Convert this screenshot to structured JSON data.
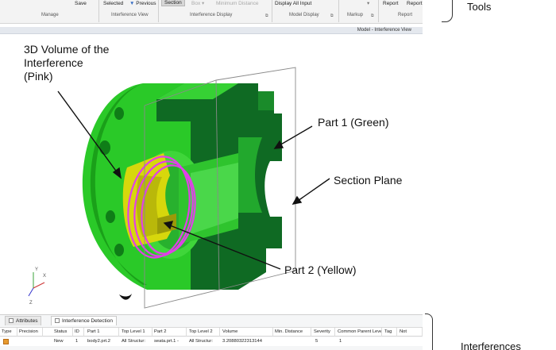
{
  "ribbon": {
    "buttons": {
      "save": "Save",
      "selected": "Selected",
      "previous": "Previous",
      "section": "Section",
      "box": "Box",
      "minimum_distance": "Minimum Distance",
      "display_all_input": "Display All Input",
      "report1": "Report",
      "report2": "Report"
    },
    "groups": {
      "manage": "Manage",
      "interference_view": "Interference View",
      "interference_display": "Interference Display",
      "model_display": "Model Display",
      "markup": "Markup",
      "report": "Report"
    }
  },
  "tools_label": "Tools",
  "view_title": "Model - Interference View",
  "annotations": {
    "volume": "3D Volume of the",
    "volume_line2": "Interference",
    "volume_line3": "(Pink)",
    "part1": "Part 1 (Green)",
    "section_plane": "Section Plane",
    "part2": "Part 2 (Yellow)"
  },
  "triad": {
    "x": "X",
    "y": "Y",
    "z": "Z"
  },
  "panel": {
    "tabs": [
      "Attributes",
      "Interference Detection"
    ],
    "columns": [
      "Type",
      "Precision",
      "Status",
      "ID",
      "Part 1",
      "Top Level 1",
      "Part 2",
      "Top Level 2",
      "Volume",
      "Min. Distance",
      "Severity",
      "Common Parent Level",
      "Tag",
      "Not"
    ],
    "row": [
      "",
      "",
      "New",
      "1",
      "body2.prt.2",
      "All Structur:",
      "seata.prt.1 -",
      "All Structur:",
      "3.20880322313144",
      "",
      "5",
      "1",
      "",
      ""
    ]
  },
  "interferences_label": "Interferences",
  "colors": {
    "part1_green": "#22c41f",
    "part1_dark": "#0c5f22",
    "part2_yellow": "#d6d60a",
    "interference_pink": "#e040e8",
    "ribbon_bg": "#f3f3f3"
  }
}
